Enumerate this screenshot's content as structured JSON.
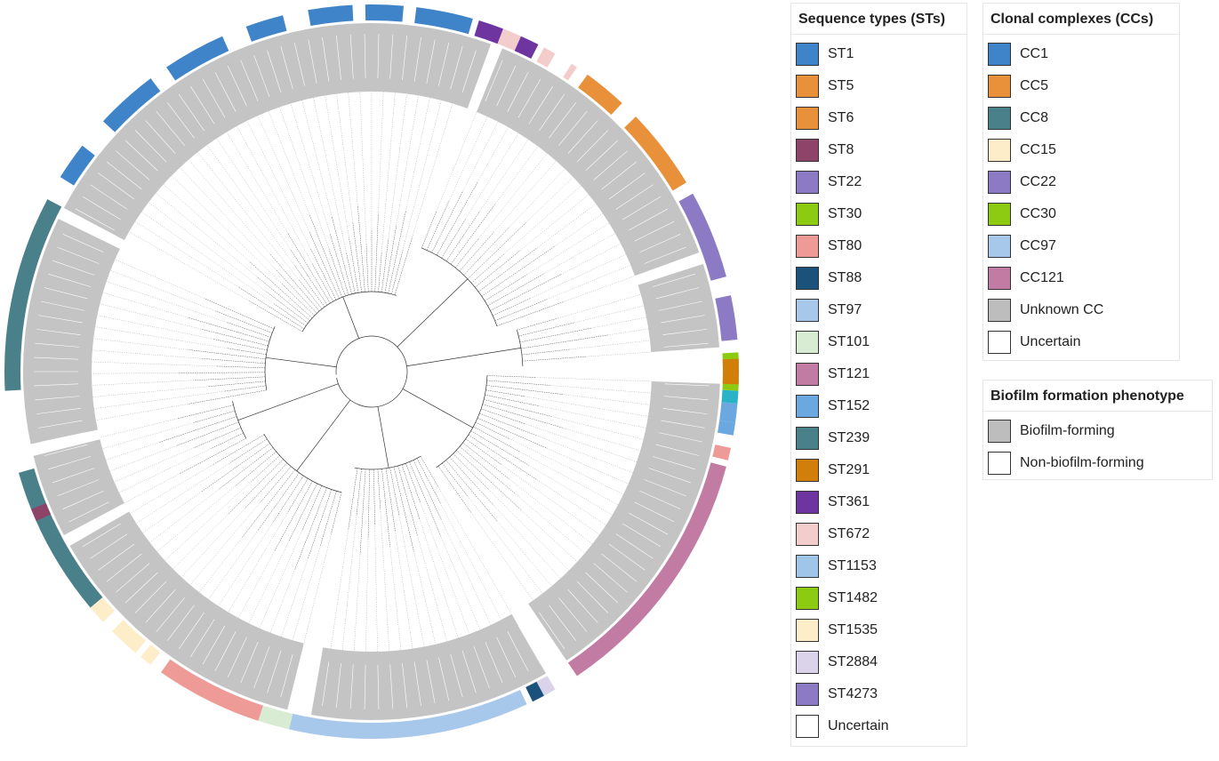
{
  "sequence_types": {
    "title": "Sequence types (STs)",
    "items": [
      {
        "label": "ST1",
        "color": "#3f83c8"
      },
      {
        "label": "ST5",
        "color": "#e8913a"
      },
      {
        "label": "ST6",
        "color": "#e8913a"
      },
      {
        "label": "ST8",
        "color": "#8e4468"
      },
      {
        "label": "ST22",
        "color": "#8c7bc4"
      },
      {
        "label": "ST30",
        "color": "#8ccb12"
      },
      {
        "label": "ST80",
        "color": "#ee9a96"
      },
      {
        "label": "ST88",
        "color": "#1a527c"
      },
      {
        "label": "ST97",
        "color": "#a7c8ea"
      },
      {
        "label": "ST101",
        "color": "#d8ebd3"
      },
      {
        "label": "ST121",
        "color": "#c27ba3"
      },
      {
        "label": "ST152",
        "color": "#6aa8df"
      },
      {
        "label": "ST239",
        "color": "#4a808a"
      },
      {
        "label": "ST291",
        "color": "#d27e0b"
      },
      {
        "label": "ST361",
        "color": "#6e34a0"
      },
      {
        "label": "ST672",
        "color": "#f3cccc"
      },
      {
        "label": "ST1153",
        "color": "#9fc5e8"
      },
      {
        "label": "ST1482",
        "color": "#8ccb12"
      },
      {
        "label": "ST1535",
        "color": "#fdeec9"
      },
      {
        "label": "ST2884",
        "color": "#dad3e9"
      },
      {
        "label": "ST4273",
        "color": "#8c7bc4"
      },
      {
        "label": "Uncertain",
        "color": "#ffffff"
      }
    ]
  },
  "clonal_complexes": {
    "title": "Clonal complexes (CCs)",
    "items": [
      {
        "label": "CC1",
        "color": "#3f83c8"
      },
      {
        "label": "CC5",
        "color": "#e8913a"
      },
      {
        "label": "CC8",
        "color": "#4a808a"
      },
      {
        "label": "CC15",
        "color": "#fdeec9"
      },
      {
        "label": "CC22",
        "color": "#8c7bc4"
      },
      {
        "label": "CC30",
        "color": "#8ccb12"
      },
      {
        "label": "CC97",
        "color": "#a7c8ea"
      },
      {
        "label": "CC121",
        "color": "#c27ba3"
      },
      {
        "label": "Unknown CC",
        "color": "#bdbdbd"
      },
      {
        "label": "Uncertain",
        "color": "#ffffff"
      }
    ]
  },
  "biofilm": {
    "title": "Biofilm formation phenotype",
    "items": [
      {
        "label": "Biofilm-forming",
        "color": "#bdbdbd"
      },
      {
        "label": "Non-biofilm-forming",
        "color": "#ffffff"
      }
    ]
  },
  "tree": {
    "clade_colors": [
      "#4a808a",
      "#3f83c8",
      "#3f83c8",
      "#e8913a",
      "#8c7bc4",
      "#8ccb12",
      "#a7c8ea",
      "#c27ba3",
      "#a7c8ea",
      "#d8ebd3",
      "#ee9a96",
      "#fdeec9",
      "#4a808a",
      "#8e4468",
      "#6e34a0",
      "#f3cccc",
      "#1a527c",
      "#dad3e9",
      "#6aa8df",
      "#d27e0b",
      "#2ab3c7"
    ]
  }
}
